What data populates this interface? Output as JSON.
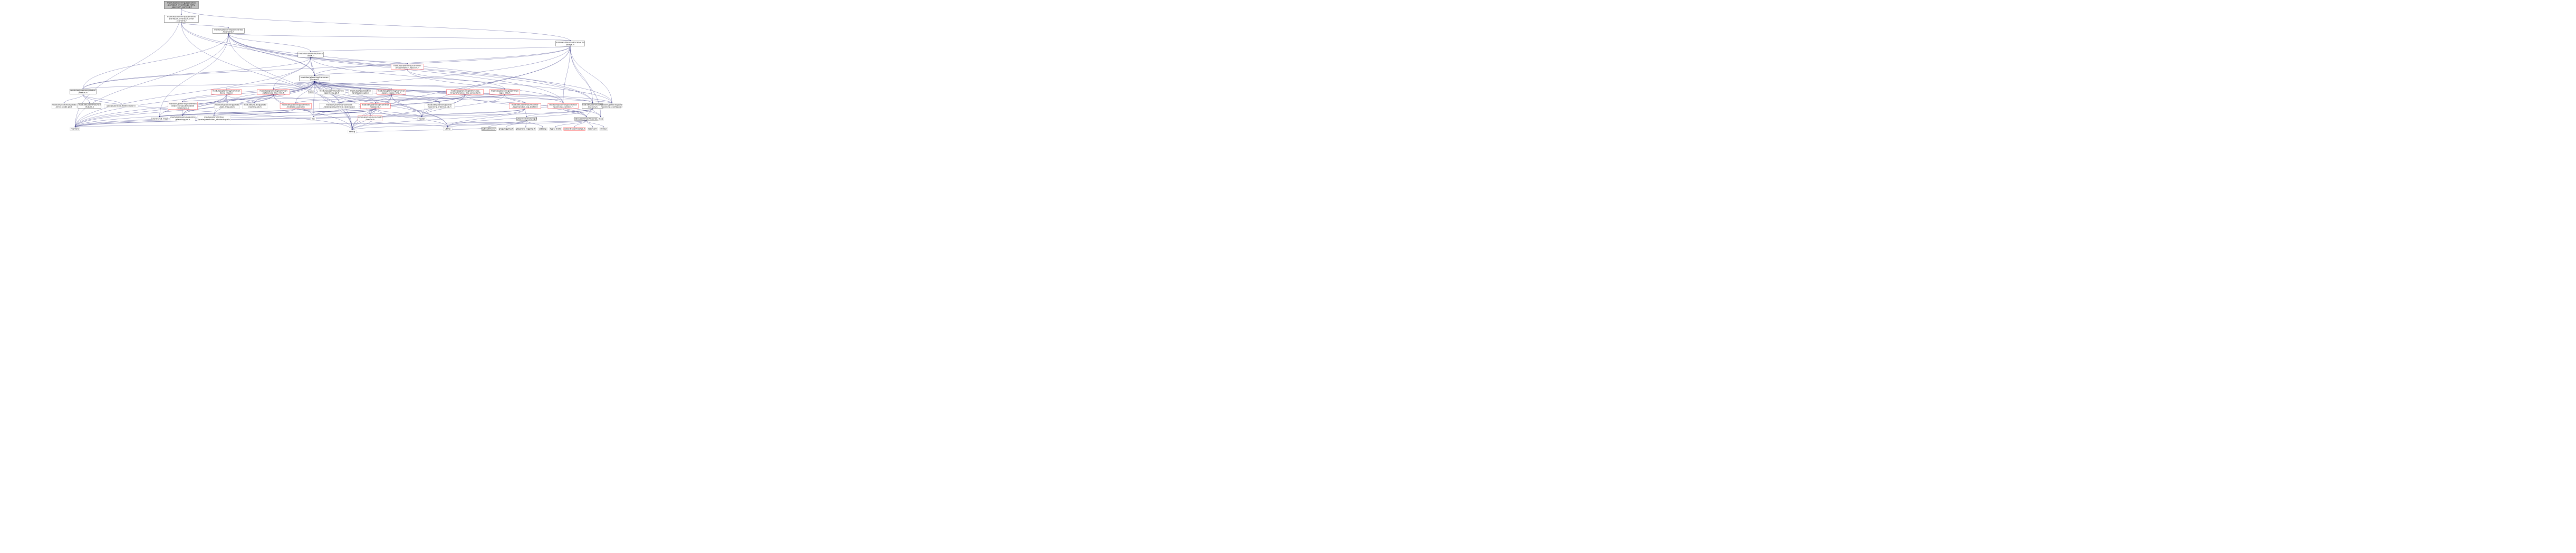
{
  "colors": {
    "root_fill": "#bfbfbf",
    "root_stroke": "#000000",
    "doc_fill": "#ffffff",
    "doc_stroke": "#000000",
    "truncated_stroke": "#ff0000",
    "external_fill": "#ffffff",
    "external_stroke": "#bfbfbf",
    "edge": "#191970"
  },
  "nodes": [
    {
      "id": "root",
      "kind": "root",
      "lines": [
        "modules/planning/scenarios",
        "/park/pull_over/stage_retry",
        "_approach_parking.h"
      ]
    },
    {
      "id": "pull_over_scenario",
      "kind": "doc",
      "lines": [
        "modules/planning/scenarios",
        "/park/pull_over/pull_over",
        "_scenario.h"
      ]
    },
    {
      "id": "scenario",
      "kind": "doc",
      "lines": [
        "modules/planning/scenarios",
        "/scenario.h"
      ]
    },
    {
      "id": "stage",
      "kind": "doc",
      "lines": [
        "modules/planning/scenarios",
        "/stage.h"
      ]
    },
    {
      "id": "task",
      "kind": "doc",
      "lines": [
        "modules/planning/tasks",
        "/task.h"
      ]
    },
    {
      "id": "dependency_injector",
      "kind": "truncated",
      "lines": [
        "modules/planning/common",
        "/dependency_injector.h"
      ]
    },
    {
      "id": "frame",
      "kind": "doc",
      "lines": [
        "modules/planning/common",
        "/frame.h"
      ]
    },
    {
      "id": "status",
      "kind": "doc",
      "lines": [
        "modules/common/status",
        "/status.h"
      ]
    },
    {
      "id": "local_view",
      "kind": "truncated",
      "lines": [
        "modules/planning/common",
        "/local_view.h"
      ]
    },
    {
      "id": "reference_line_info",
      "kind": "truncated",
      "lines": [
        "modules/planning/common",
        "/reference_line_info.h"
      ]
    },
    {
      "id": "tuple",
      "kind": "external",
      "lines": [
        "tuple"
      ]
    },
    {
      "id": "geometry_pb",
      "kind": "external",
      "lines": [
        "modules/common/proto",
        "/geometry.pb.h"
      ]
    },
    {
      "id": "pose_pb",
      "kind": "external",
      "lines": [
        "modules/localization",
        "/proto/pose.pb.h"
      ]
    },
    {
      "id": "open_space_info",
      "kind": "truncated",
      "lines": [
        "modules/planning/common",
        "/open_space_info.h"
      ]
    },
    {
      "id": "reference_line_provider",
      "kind": "truncated",
      "lines": [
        "modules/planning/reference",
        "_line/reference_line_provider.h"
      ]
    },
    {
      "id": "ego_info",
      "kind": "truncated",
      "lines": [
        "modules/planning/common",
        "/ego_info.h"
      ]
    },
    {
      "id": "error_code_pb",
      "kind": "external",
      "lines": [
        "modules/common/proto",
        "/error_code.pb.h"
      ]
    },
    {
      "id": "future",
      "kind": "doc",
      "lines": [
        "modules/common/util",
        "/future.h"
      ]
    },
    {
      "id": "descriptor",
      "kind": "external",
      "lines": [
        "google/protobuf/descriptor.h"
      ]
    },
    {
      "id": "publishable_trajectory",
      "kind": "truncated",
      "lines": [
        "modules/planning/common",
        "/trajectory/publishable",
        "_trajectory.h"
      ]
    },
    {
      "id": "pad_msg_pb",
      "kind": "external",
      "lines": [
        "modules/planning/proto",
        "/pad_msg.pb.h"
      ]
    },
    {
      "id": "routing_pb",
      "kind": "external",
      "lines": [
        "modules/routing/proto",
        "/routing.pb.h"
      ]
    },
    {
      "id": "indexed_queue",
      "kind": "truncated",
      "lines": [
        "modules/planning/common",
        "/indexed_queue.h"
      ]
    },
    {
      "id": "vehicle_state_pb",
      "kind": "external",
      "lines": [
        "modules/common/vehicle",
        "_state/proto/vehicle_state.pb.h"
      ]
    },
    {
      "id": "obstacle",
      "kind": "truncated",
      "lines": [
        "modules/planning/common",
        "/obstacle.h"
      ]
    },
    {
      "id": "planning_internal_pb",
      "kind": "external",
      "lines": [
        "modules/planning/proto",
        "/planning_internal.pb.h"
      ]
    },
    {
      "id": "monitor_log_buffer",
      "kind": "truncated",
      "lines": [
        "modules/common/monitor",
        "_log/monitor_log_buffer.h"
      ]
    },
    {
      "id": "planning_context",
      "kind": "truncated",
      "lines": [
        "modules/planning/common",
        "/planning_context.h"
      ]
    },
    {
      "id": "factory",
      "kind": "doc",
      "lines": [
        "modules/common/util",
        "/factory.h"
      ]
    },
    {
      "id": "planning_config_pb",
      "kind": "external",
      "lines": [
        "modules/planning/proto",
        "/planning_config.pb.h"
      ]
    },
    {
      "id": "unordered_map",
      "kind": "external",
      "lines": [
        "unordered_map"
      ]
    },
    {
      "id": "planning_pb",
      "kind": "external",
      "lines": [
        "modules/planning/proto",
        "/planning.pb.h"
      ]
    },
    {
      "id": "prediction_obstacle_pb",
      "kind": "external",
      "lines": [
        "modules/prediction",
        "/proto/prediction_obstacle.pb.h"
      ]
    },
    {
      "id": "list",
      "kind": "external",
      "lines": [
        "list"
      ]
    },
    {
      "id": "vec2d",
      "kind": "truncated",
      "lines": [
        "modules/common/math",
        "/vec2d.h"
      ]
    },
    {
      "id": "vector",
      "kind": "external",
      "lines": [
        "vector"
      ]
    },
    {
      "id": "cyber_log",
      "kind": "doc",
      "lines": [
        "cyber/common/log.h"
      ]
    },
    {
      "id": "cyber_macros",
      "kind": "doc",
      "lines": [
        "cyber/common/macros.h"
      ]
    },
    {
      "id": "map",
      "kind": "external",
      "lines": [
        "map"
      ]
    },
    {
      "id": "memory",
      "kind": "external",
      "lines": [
        "memory"
      ]
    },
    {
      "id": "utility",
      "kind": "external",
      "lines": [
        "utility"
      ]
    },
    {
      "id": "cyber_binary",
      "kind": "doc",
      "lines": [
        "cyber/binary.h"
      ]
    },
    {
      "id": "glog_logging",
      "kind": "external",
      "lines": [
        "glog/logging.h"
      ]
    },
    {
      "id": "glog_raw_logging",
      "kind": "external",
      "lines": [
        "glog/raw_logging.h"
      ]
    },
    {
      "id": "cstdarg",
      "kind": "external",
      "lines": [
        "cstdarg"
      ]
    },
    {
      "id": "type_traits",
      "kind": "external",
      "lines": [
        "type_traits"
      ]
    },
    {
      "id": "base_macros",
      "kind": "truncated",
      "lines": [
        "cyber/base/macros.h"
      ]
    },
    {
      "id": "iostream",
      "kind": "external",
      "lines": [
        "iostream"
      ]
    },
    {
      "id": "mutex",
      "kind": "external",
      "lines": [
        "mutex"
      ]
    },
    {
      "id": "string",
      "kind": "external",
      "lines": [
        "string"
      ]
    }
  ],
  "edges": [
    [
      "root",
      "pull_over_scenario"
    ],
    [
      "root",
      "stage"
    ],
    [
      "root",
      "memory"
    ],
    [
      "pull_over_scenario",
      "scenario"
    ],
    [
      "pull_over_scenario",
      "frame"
    ],
    [
      "pull_over_scenario",
      "factory"
    ],
    [
      "pull_over_scenario",
      "string"
    ],
    [
      "scenario",
      "stage"
    ],
    [
      "scenario",
      "task"
    ],
    [
      "scenario",
      "frame"
    ],
    [
      "scenario",
      "status"
    ],
    [
      "scenario",
      "unordered_map"
    ],
    [
      "scenario",
      "memory"
    ],
    [
      "scenario",
      "string"
    ],
    [
      "scenario",
      "planning_context"
    ],
    [
      "scenario",
      "factory"
    ],
    [
      "scenario",
      "planning_config_pb"
    ],
    [
      "stage",
      "task"
    ],
    [
      "stage",
      "frame"
    ],
    [
      "stage",
      "status"
    ],
    [
      "stage",
      "factory"
    ],
    [
      "stage",
      "planning_config_pb"
    ],
    [
      "stage",
      "vector"
    ],
    [
      "stage",
      "map"
    ],
    [
      "stage",
      "memory"
    ],
    [
      "stage",
      "string"
    ],
    [
      "stage",
      "planning_context"
    ],
    [
      "task",
      "frame"
    ],
    [
      "task",
      "dependency_injector"
    ],
    [
      "task",
      "reference_line_info"
    ],
    [
      "task",
      "status"
    ],
    [
      "task",
      "planning_config_pb"
    ],
    [
      "task",
      "memory"
    ],
    [
      "task",
      "string"
    ],
    [
      "dependency_injector",
      "frame"
    ],
    [
      "dependency_injector",
      "ego_info"
    ],
    [
      "dependency_injector",
      "planning_context"
    ],
    [
      "frame",
      "status"
    ],
    [
      "frame",
      "local_view"
    ],
    [
      "frame",
      "reference_line_info"
    ],
    [
      "frame",
      "tuple"
    ],
    [
      "frame",
      "geometry_pb"
    ],
    [
      "frame",
      "pose_pb"
    ],
    [
      "frame",
      "open_space_info"
    ],
    [
      "frame",
      "reference_line_provider"
    ],
    [
      "frame",
      "ego_info"
    ],
    [
      "frame",
      "monitor_log_buffer"
    ],
    [
      "frame",
      "publishable_trajectory"
    ],
    [
      "frame",
      "pad_msg_pb"
    ],
    [
      "frame",
      "routing_pb"
    ],
    [
      "frame",
      "indexed_queue"
    ],
    [
      "frame",
      "vehicle_state_pb"
    ],
    [
      "frame",
      "obstacle"
    ],
    [
      "frame",
      "planning_internal_pb"
    ],
    [
      "frame",
      "planning_config_pb"
    ],
    [
      "frame",
      "planning_context"
    ],
    [
      "frame",
      "factory"
    ],
    [
      "frame",
      "unordered_map"
    ],
    [
      "frame",
      "planning_pb"
    ],
    [
      "frame",
      "prediction_obstacle_pb"
    ],
    [
      "frame",
      "list"
    ],
    [
      "frame",
      "vec2d"
    ],
    [
      "frame",
      "vector"
    ],
    [
      "frame",
      "map"
    ],
    [
      "frame",
      "memory"
    ],
    [
      "frame",
      "string"
    ],
    [
      "frame",
      "utility"
    ],
    [
      "status",
      "error_code_pb"
    ],
    [
      "status",
      "future"
    ],
    [
      "status",
      "descriptor"
    ],
    [
      "status",
      "string"
    ],
    [
      "local_view",
      "pad_msg_pb"
    ],
    [
      "local_view",
      "routing_pb"
    ],
    [
      "local_view",
      "prediction_obstacle_pb"
    ],
    [
      "local_view",
      "planning_pb"
    ],
    [
      "local_view",
      "memory"
    ],
    [
      "reference_line_info",
      "vehicle_state_pb"
    ],
    [
      "reference_line_info",
      "planning_pb"
    ],
    [
      "reference_line_info",
      "list"
    ],
    [
      "reference_line_info",
      "memory"
    ],
    [
      "reference_line_info",
      "string"
    ],
    [
      "open_space_info",
      "indexed_queue"
    ],
    [
      "open_space_info",
      "obstacle"
    ],
    [
      "open_space_info",
      "publishable_trajectory"
    ],
    [
      "open_space_info",
      "vehicle_state_pb"
    ],
    [
      "open_space_info",
      "planning_internal_pb"
    ],
    [
      "open_space_info",
      "vec2d"
    ],
    [
      "open_space_info",
      "vector"
    ],
    [
      "open_space_info",
      "utility"
    ],
    [
      "open_space_info",
      "string"
    ],
    [
      "reference_line_provider",
      "vehicle_state_pb"
    ],
    [
      "reference_line_provider",
      "planning_config_pb"
    ],
    [
      "reference_line_provider",
      "list"
    ],
    [
      "reference_line_provider",
      "vector"
    ],
    [
      "reference_line_provider",
      "memory"
    ],
    [
      "reference_line_provider",
      "string"
    ],
    [
      "reference_line_provider",
      "cyber_macros"
    ],
    [
      "ego_info",
      "vehicle_state_pb"
    ],
    [
      "ego_info",
      "obstacle"
    ],
    [
      "ego_info",
      "vector"
    ],
    [
      "ego_info",
      "cyber_macros"
    ],
    [
      "publishable_trajectory",
      "planning_pb"
    ],
    [
      "indexed_queue",
      "unordered_map"
    ],
    [
      "indexed_queue",
      "memory"
    ],
    [
      "indexed_queue",
      "vector"
    ],
    [
      "obstacle",
      "vec2d"
    ],
    [
      "obstacle",
      "prediction_obstacle_pb"
    ],
    [
      "obstacle",
      "list"
    ],
    [
      "obstacle",
      "memory"
    ],
    [
      "obstacle",
      "string"
    ],
    [
      "obstacle",
      "vector"
    ],
    [
      "obstacle",
      "unordered_map"
    ],
    [
      "obstacle",
      "utility"
    ],
    [
      "monitor_log_buffer",
      "vector"
    ],
    [
      "monitor_log_buffer",
      "utility"
    ],
    [
      "monitor_log_buffer",
      "memory"
    ],
    [
      "monitor_log_buffer",
      "string"
    ],
    [
      "monitor_log_buffer",
      "cyber_log"
    ],
    [
      "planning_context",
      "cyber_macros"
    ],
    [
      "factory",
      "map"
    ],
    [
      "factory",
      "memory"
    ],
    [
      "factory",
      "utility"
    ],
    [
      "factory",
      "cyber_log"
    ],
    [
      "factory",
      "cyber_macros"
    ],
    [
      "vec2d",
      "string"
    ],
    [
      "vec2d",
      "utility"
    ],
    [
      "cyber_log",
      "cyber_binary"
    ],
    [
      "cyber_log",
      "glog_logging"
    ],
    [
      "cyber_log",
      "glog_raw_logging"
    ],
    [
      "cyber_log",
      "cstdarg"
    ],
    [
      "cyber_log",
      "string"
    ],
    [
      "cyber_macros",
      "type_traits"
    ],
    [
      "cyber_macros",
      "base_macros"
    ],
    [
      "cyber_macros",
      "iostream"
    ],
    [
      "cyber_macros",
      "mutex"
    ],
    [
      "cyber_macros",
      "memory"
    ],
    [
      "cyber_macros",
      "utility"
    ],
    [
      "cyber_binary",
      "string"
    ]
  ]
}
